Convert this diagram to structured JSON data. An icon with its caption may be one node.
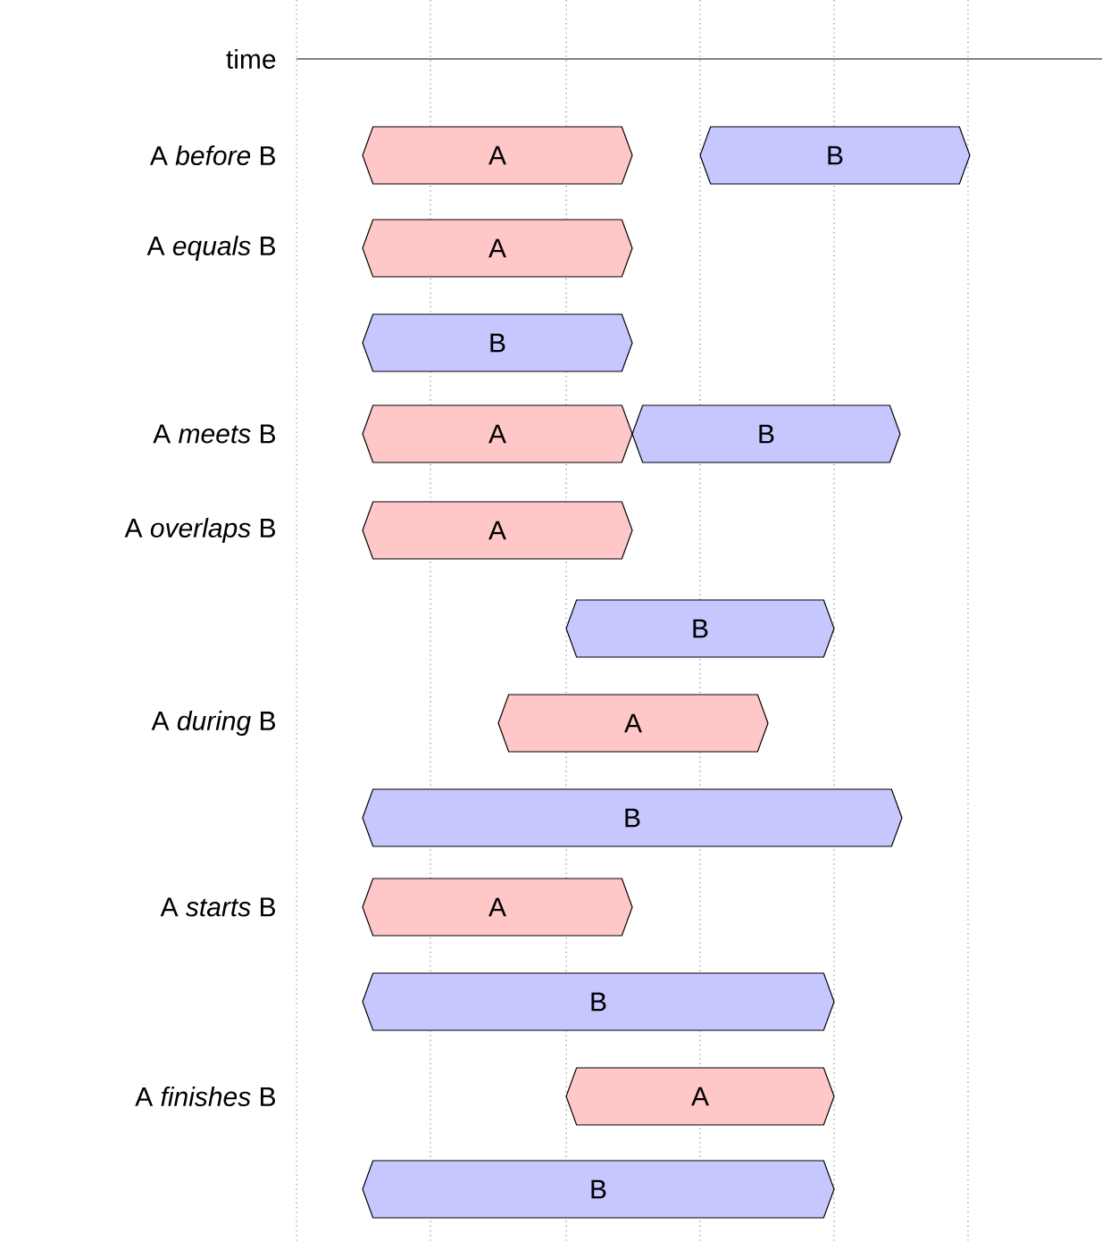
{
  "diagram": {
    "nodes": [
      {
        "text": [
          "A"
        ]
      },
      {
        "text": [
          "B"
        ]
      },
      {
        "text": [
          "A"
        ]
      },
      {
        "text": [
          "B"
        ]
      },
      {
        "text": [
          "A"
        ]
      },
      {
        "text": [
          "B"
        ]
      },
      {
        "text": [
          "A"
        ]
      },
      {
        "text": [
          "B"
        ]
      },
      {
        "text": [
          "A"
        ]
      },
      {
        "text": [
          "B"
        ]
      },
      {
        "text": [
          "A"
        ]
      },
      {
        "text": [
          "B"
        ]
      },
      {
        "text": [
          "A"
        ]
      },
      {
        "text": [
          "B"
        ]
      }
    ],
    "labels": [
      "time",
      "A *before* B",
      "A *equals* B",
      "A *meets* B",
      "A *overlaps* B",
      "A *during* B",
      "A *starts* B",
      "A *finishes* B"
    ]
  }
}
